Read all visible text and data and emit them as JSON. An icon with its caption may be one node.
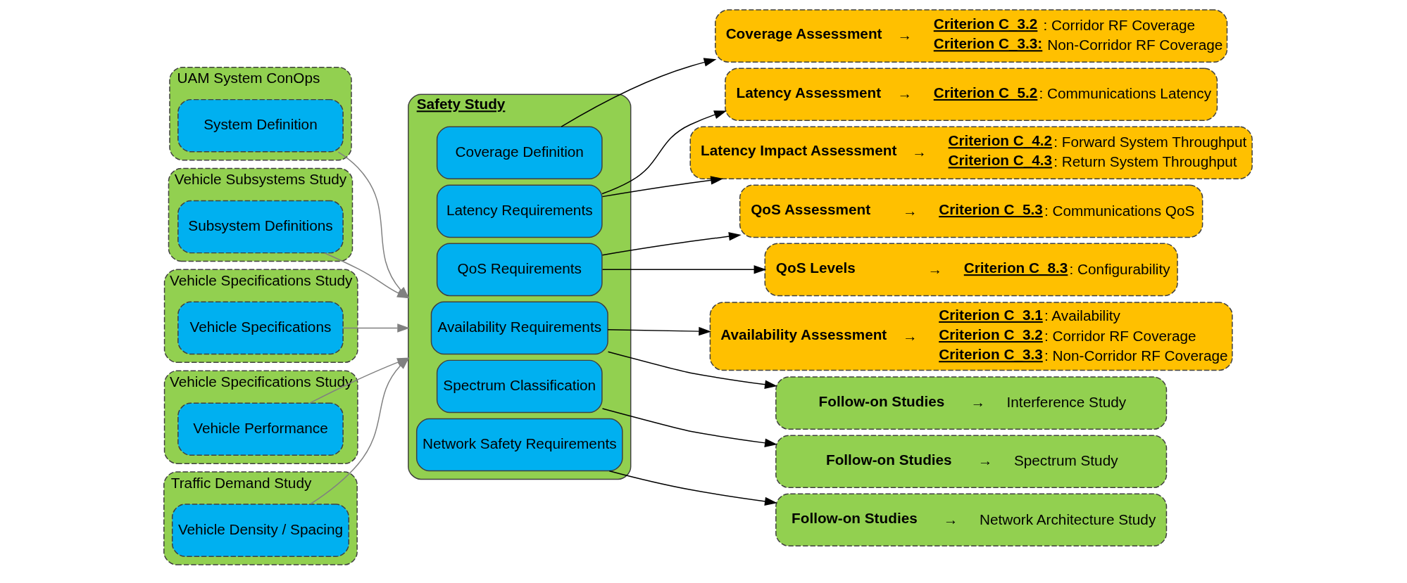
{
  "diagram": {
    "nodes": [
      {
        "text": [
          "UAM System ConOps"
        ]
      },
      {
        "text": [
          "System Definition"
        ],
        "in": 0
      },
      {
        "text": [
          "Vehicle Subsystems Study"
        ]
      },
      {
        "text": [
          "Subsystem Definitions"
        ],
        "in": 2
      },
      {
        "text": [
          "Vehicle Specifications Study"
        ]
      },
      {
        "text": [
          "Vehicle Specifications"
        ],
        "in": 4
      },
      {
        "text": [
          "Vehicle Specifications Study"
        ]
      },
      {
        "text": [
          "Vehicle Performance"
        ],
        "in": 6
      },
      {
        "text": [
          "Traffic Demand Study"
        ]
      },
      {
        "text": [
          "Vehicle Density / Spacing"
        ],
        "in": 8
      },
      {
        "text": [
          "Safety Study"
        ]
      },
      {
        "text": [
          "Coverage Definition"
        ],
        "in": 10
      },
      {
        "text": [
          "Latency Requirements"
        ],
        "in": 10
      },
      {
        "text": [
          "QoS Requirements"
        ],
        "in": 10
      },
      {
        "text": [
          "Availability Requirements"
        ],
        "in": 10
      },
      {
        "text": [
          "Spectrum Classification"
        ],
        "in": 10
      },
      {
        "text": [
          "Network Safety Requirements"
        ],
        "in": 10
      },
      {
        "text": [
          "Coverage Assessment",
          "→",
          "**Criterion C_3.2**: Corridor RF Coverage",
          "**Criterion C_3.3:** Non-Corridor RF Coverage"
        ]
      },
      {
        "text": [
          "Latency Assessment",
          "→",
          "**Criterion C_5.2**: Communications Latency"
        ]
      },
      {
        "text": [
          "Latency Impact Assessment",
          "→",
          "**Criterion C_4.2**: Forward System Throughput",
          "**Criterion C_4.3**: Return System Throughput"
        ]
      },
      {
        "text": [
          "QoS Assessment",
          "→",
          "**Criterion C_5.3**: Communications QoS"
        ]
      },
      {
        "text": [
          "QoS Levels",
          "→",
          "**Criterion C_8.3**: Configurability"
        ]
      },
      {
        "text": [
          "Availability Assessment",
          "→",
          "**Criterion C_3.1**: Availability",
          "**Criterion C_3.2**: Corridor RF Coverage",
          "**Criterion C_3.3**: Non-Corridor RF Coverage"
        ]
      },
      {
        "text": [
          "Follow-on Studies",
          "→",
          "Interference Study"
        ]
      },
      {
        "text": [
          "Follow-on Studies",
          "→",
          "Spectrum Study"
        ]
      },
      {
        "text": [
          "Follow-on Studies",
          "→",
          "Network Architecture Study"
        ]
      }
    ],
    "edges": [
      {
        "from": 1,
        "to": 10,
        "arrow": "to",
        "color": "#808080"
      },
      {
        "from": 3,
        "to": 10,
        "arrow": "to",
        "color": "#808080"
      },
      {
        "from": 5,
        "to": 10,
        "arrow": "to",
        "color": "#808080"
      },
      {
        "from": 7,
        "to": 10,
        "arrow": "to",
        "color": "#808080"
      },
      {
        "from": 9,
        "to": 10,
        "arrow": "to",
        "color": "#808080"
      },
      {
        "from": 11,
        "to": 17,
        "arrow": "to"
      },
      {
        "from": 12,
        "to": 18,
        "arrow": "to"
      },
      {
        "from": 12,
        "to": 19,
        "arrow": "to"
      },
      {
        "from": 13,
        "to": 20,
        "arrow": "to"
      },
      {
        "from": 13,
        "to": 21,
        "arrow": "to"
      },
      {
        "from": 14,
        "to": 22,
        "arrow": "to"
      },
      {
        "from": 14,
        "to": 23,
        "arrow": "to"
      },
      {
        "from": 15,
        "to": 24,
        "arrow": "to"
      },
      {
        "from": 16,
        "to": 25,
        "arrow": "to"
      }
    ]
  }
}
